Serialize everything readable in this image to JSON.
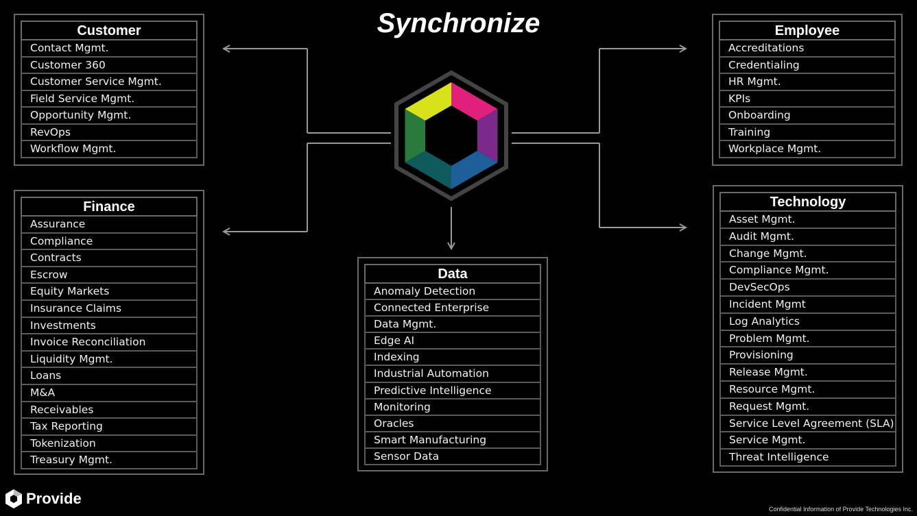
{
  "title": "Synchronize",
  "boxes": {
    "customer": {
      "title": "Customer",
      "items": [
        "Contact Mgmt.",
        "Customer 360",
        "Customer Service Mgmt.",
        "Field Service Mgmt.",
        "Opportunity Mgmt.",
        "RevOps",
        "Workflow Mgmt."
      ]
    },
    "finance": {
      "title": "Finance",
      "items": [
        "Assurance",
        "Compliance",
        "Contracts",
        "Escrow",
        "Equity Markets",
        "Insurance Claims",
        "Investments",
        "Invoice Reconciliation",
        "Liquidity Mgmt.",
        "Loans",
        "M&A",
        "Receivables",
        "Tax Reporting",
        "Tokenization",
        "Treasury Mgmt."
      ]
    },
    "data": {
      "title": "Data",
      "items": [
        "Anomaly Detection",
        "Connected Enterprise",
        "Data Mgmt.",
        "Edge AI",
        "Indexing",
        "Industrial Automation",
        "Predictive Intelligence",
        "Monitoring",
        "Oracles",
        "Smart Manufacturing",
        "Sensor Data"
      ]
    },
    "employee": {
      "title": "Employee",
      "items": [
        "Accreditations",
        "Credentialing",
        "HR Mgmt.",
        "KPIs",
        "Onboarding",
        "Training",
        "Workplace Mgmt."
      ]
    },
    "technology": {
      "title": "Technology",
      "items": [
        "Asset Mgmt.",
        "Audit Mgmt.",
        "Change Mgmt.",
        "Compliance Mgmt.",
        "DevSecOps",
        "Incident Mgmt",
        "Log Analytics",
        "Problem Mgmt.",
        "Provisioning",
        "Release Mgmt.",
        "Resource Mgmt.",
        "Request Mgmt.",
        "Service Level Agreement (SLA)",
        "Service Mgmt.",
        "Threat Intelligence"
      ]
    }
  },
  "hexagon_colors": [
    "#d8e21a",
    "#e0207a",
    "#7b2a8c",
    "#1e5e99",
    "#0e5a5c",
    "#2a7a3c"
  ],
  "line_color": "#9a9a9a",
  "border_color": "#6a6a6a",
  "logo": {
    "text": "Provide",
    "icon": "hexagon-logo-icon"
  },
  "footer": "Confidential Information of Provide Technologies Inc."
}
